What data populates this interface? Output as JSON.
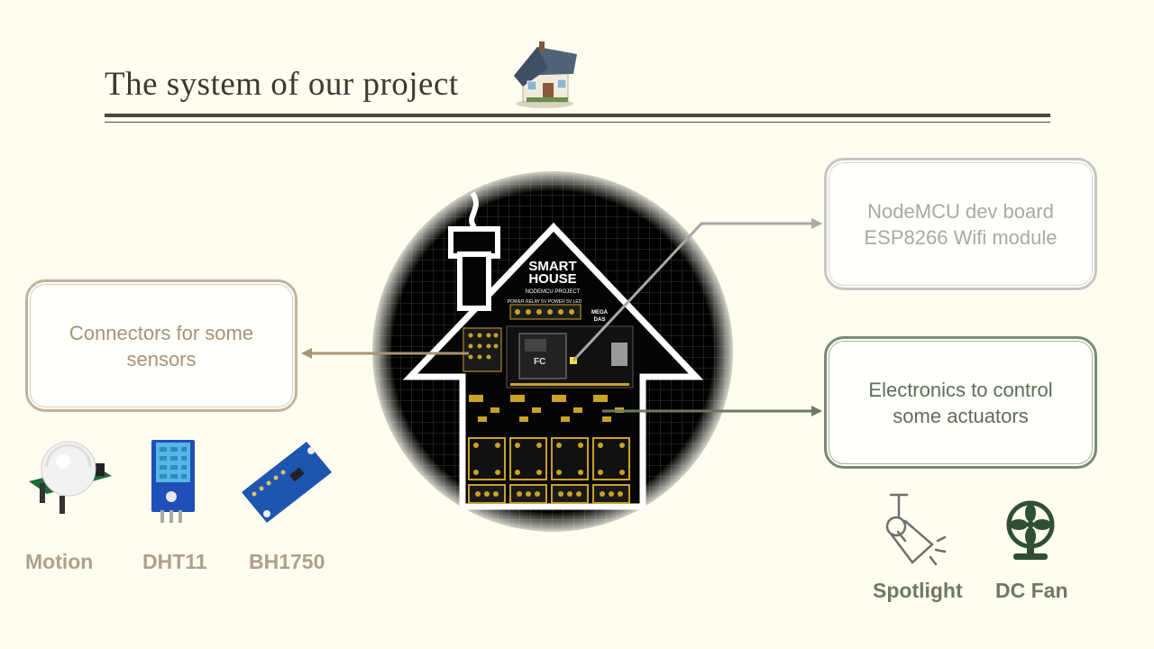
{
  "header": {
    "title": "The system of our project"
  },
  "board": {
    "silk_title_line1": "SMART",
    "silk_title_line2": "HOUSE",
    "silk_subtitle": "NODEMCU PROJECT",
    "logo_text_line1": "MEGA",
    "logo_text_line2": "DAS",
    "header_labels": "POWER RELAY 5V   POWER 5V   LED"
  },
  "callouts": {
    "connectors": "Connectors for some sensors",
    "nodemcu_line1": "NodeMCU dev board",
    "nodemcu_line2": "ESP8266 Wifi module",
    "electronics": "Electronics to control some actuators"
  },
  "sensors": {
    "motion": "Motion",
    "dht11": "DHT11",
    "bh1750": "BH1750"
  },
  "actuators": {
    "spotlight": "Spotlight",
    "fan": "DC Fan"
  },
  "colors": {
    "background": "#fefdf0",
    "title": "#3b3a30",
    "connectors_border": "#c2b29e",
    "nodemcu_border": "#c6c6c6",
    "electronics_border": "#7d8a72"
  }
}
